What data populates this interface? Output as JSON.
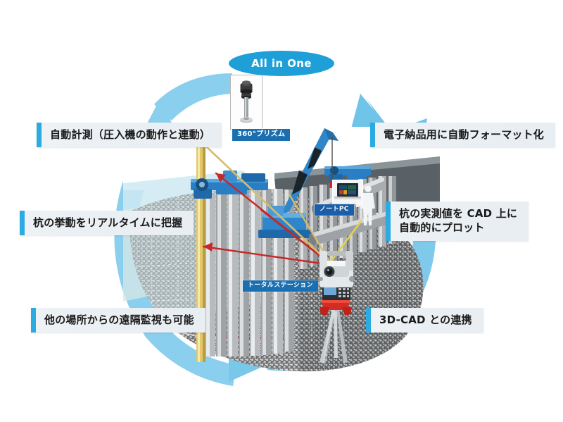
{
  "diagram": {
    "title_badge": "All in One",
    "callouts": {
      "auto_measure": "自動計測（圧入機の動作と連動）",
      "realtime": "杭の挙動をリアルタイムに把握",
      "remote": "他の場所からの遠隔監視も可能",
      "format": "電子納品用に自動フォーマット化",
      "plot": "杭の実測値を CAD 上に\n自動的にプロット",
      "cad3d": "3D-CAD との連携"
    },
    "chips": {
      "prism": "360°プリズム",
      "laptop": "ノートPC",
      "total_station": "トータルステーション"
    },
    "colors": {
      "accent_bar": "#2BABE2",
      "badge": "#1E9FD8",
      "arrow": "#7FCAEA",
      "chip": "#1A6FB0",
      "label_bg": "#EDF1F4",
      "measure_line": "#CC2222",
      "pile_guide": "#E0C060"
    }
  }
}
